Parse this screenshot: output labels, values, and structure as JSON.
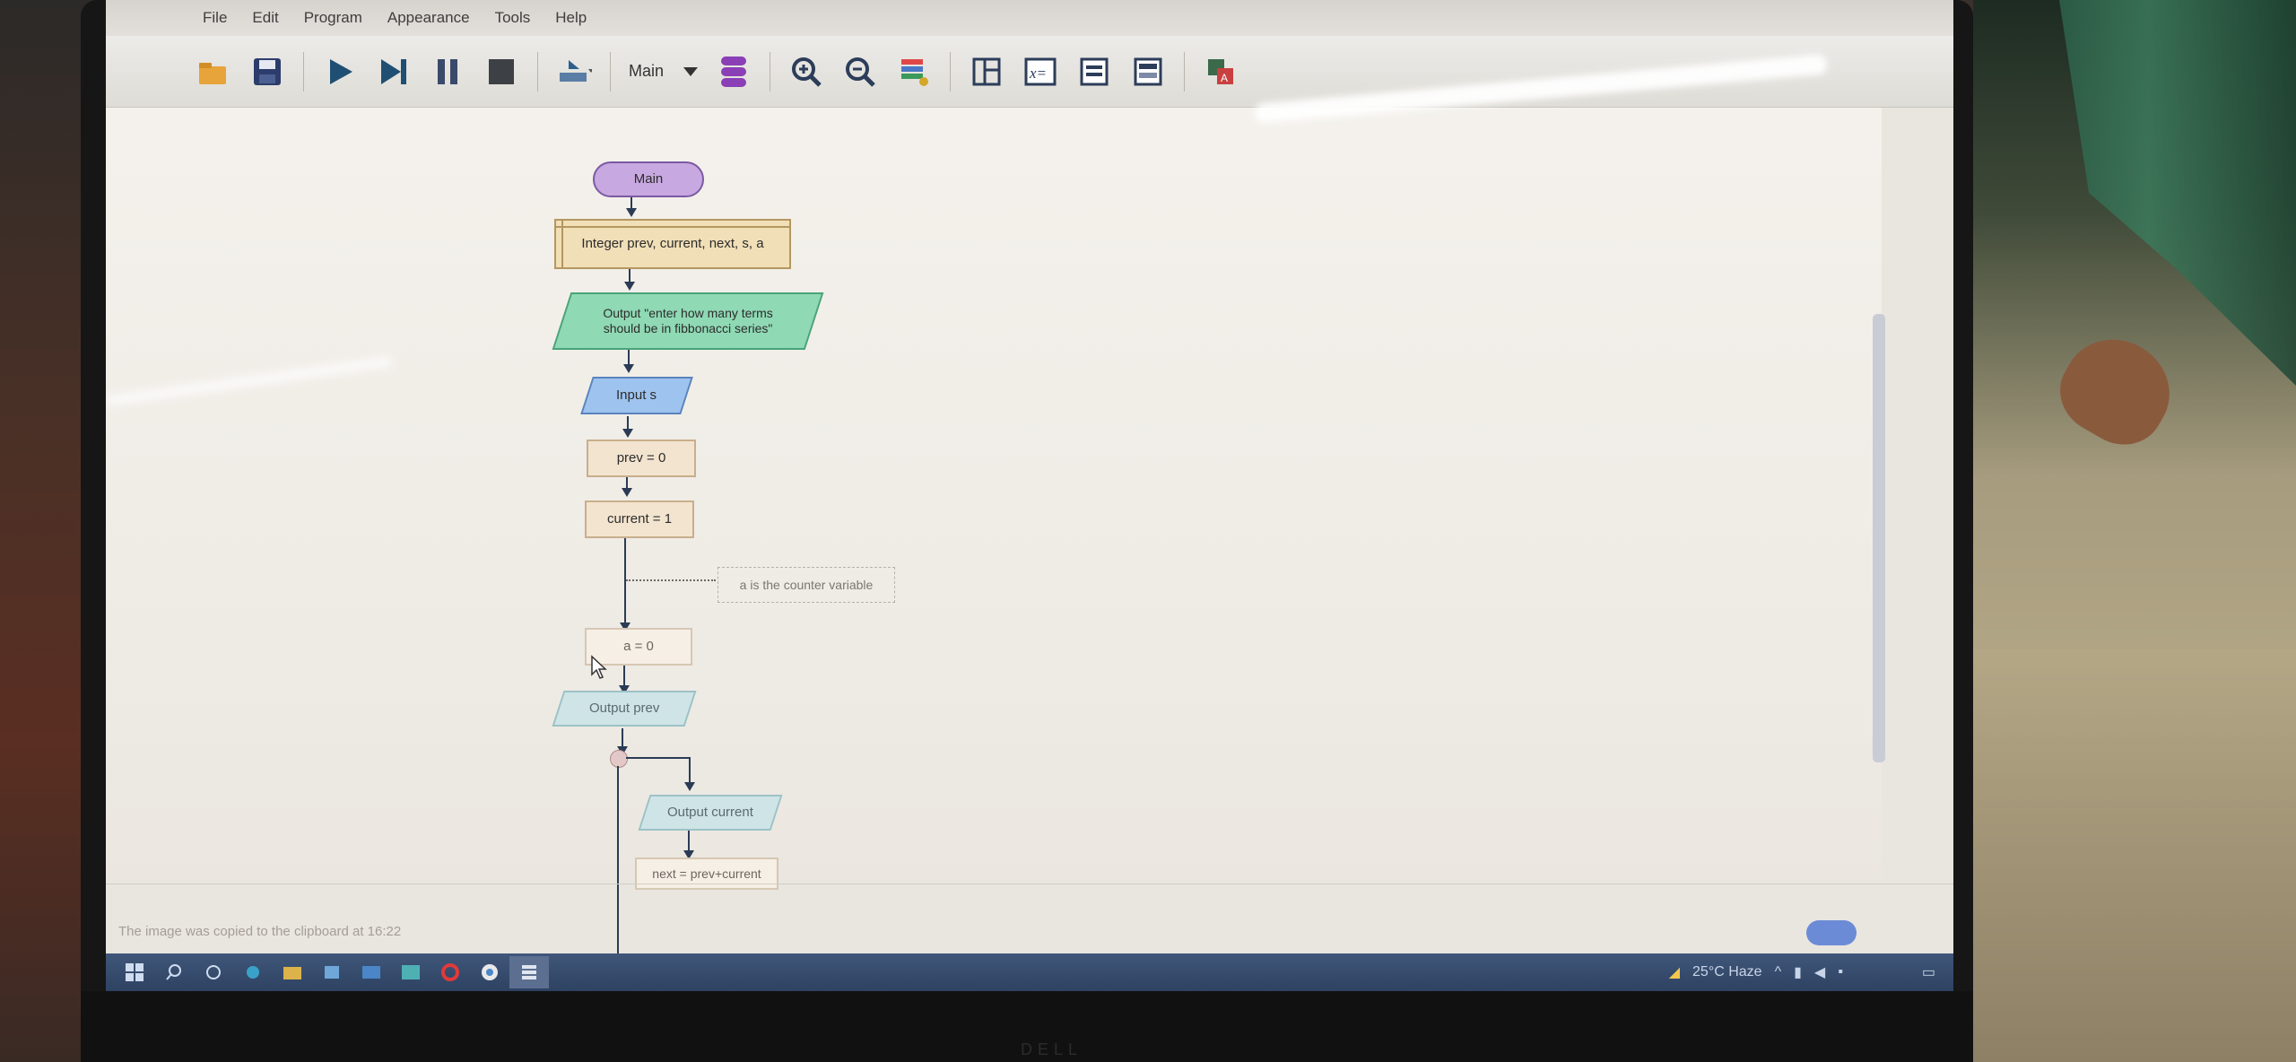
{
  "menu": [
    "File",
    "Edit",
    "Program",
    "Appearance",
    "Tools",
    "Help"
  ],
  "toolbar": {
    "function_select": "Main",
    "icons": [
      "open-icon",
      "save-icon",
      "run-icon",
      "step-icon",
      "pause-icon",
      "stop-icon",
      "speed-slider-icon",
      "function-select",
      "variables-icon",
      "zoom-in-icon",
      "zoom-out-icon",
      "layout-icon",
      "split-view-icon",
      "variable-watch-icon",
      "console-icon",
      "output-icon",
      "translate-icon"
    ]
  },
  "flowchart": {
    "start": "Main",
    "declare": "Integer prev, current, next, s, a",
    "output_prompt": "Output \"enter how many terms should be in fibbonacci series\"",
    "input": "Input s",
    "assign_prev": "prev = 0",
    "assign_current": "current = 1",
    "comment": "a is the counter variable",
    "assign_a": "a = 0",
    "output_prev": "Output prev",
    "output_current": "Output current",
    "assign_next": "next = prev+current"
  },
  "status": {
    "message": "The image was copied to the clipboard at 16:22"
  },
  "taskbar": {
    "weather": "25°C Haze"
  },
  "colors": {
    "terminal": "#c7a8e0",
    "declare": "#f1dfb7",
    "output": "#8fd9b4",
    "input": "#9ec3ef",
    "assign": "#f3e4cf"
  }
}
